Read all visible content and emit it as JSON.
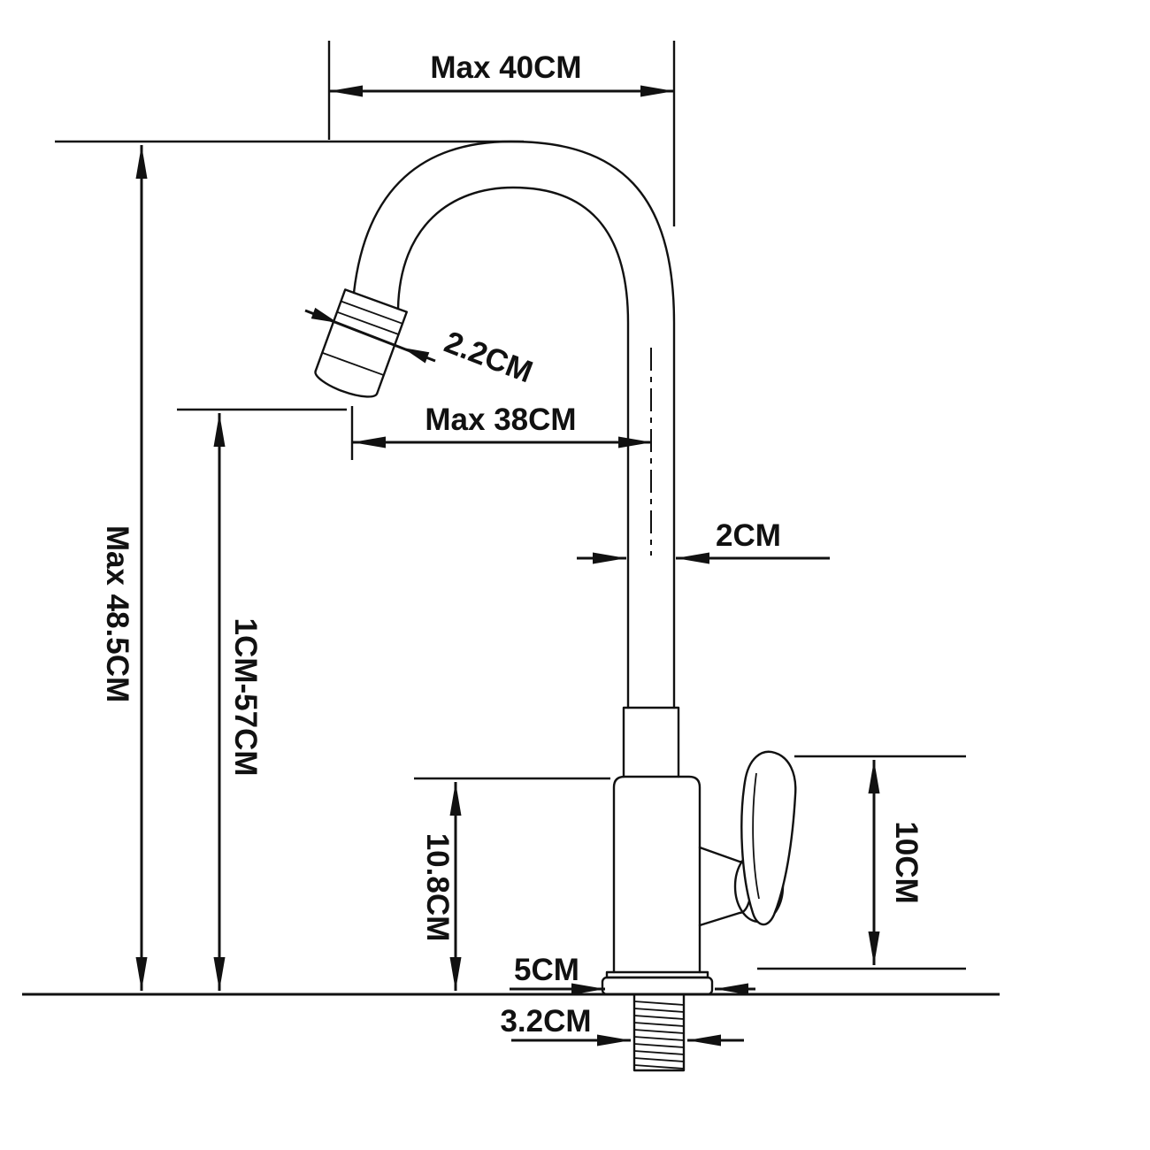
{
  "diagram": {
    "type": "technical-drawing",
    "subject": "kitchen faucet dimension diagram",
    "colors": {
      "line": "#111111",
      "background": "#ffffff"
    },
    "dimensions": {
      "top_width": "Max 40CM",
      "total_height": "Max 48.5CM",
      "spout_tip_diameter": "2.2CM",
      "spout_reach": "Max 38CM",
      "pipe_diameter": "2CM",
      "spout_height_range": "1CM-57CM",
      "handle_height": "10CM",
      "body_height": "10.8CM",
      "base_width": "5CM",
      "thread_diameter": "3.2CM"
    }
  }
}
